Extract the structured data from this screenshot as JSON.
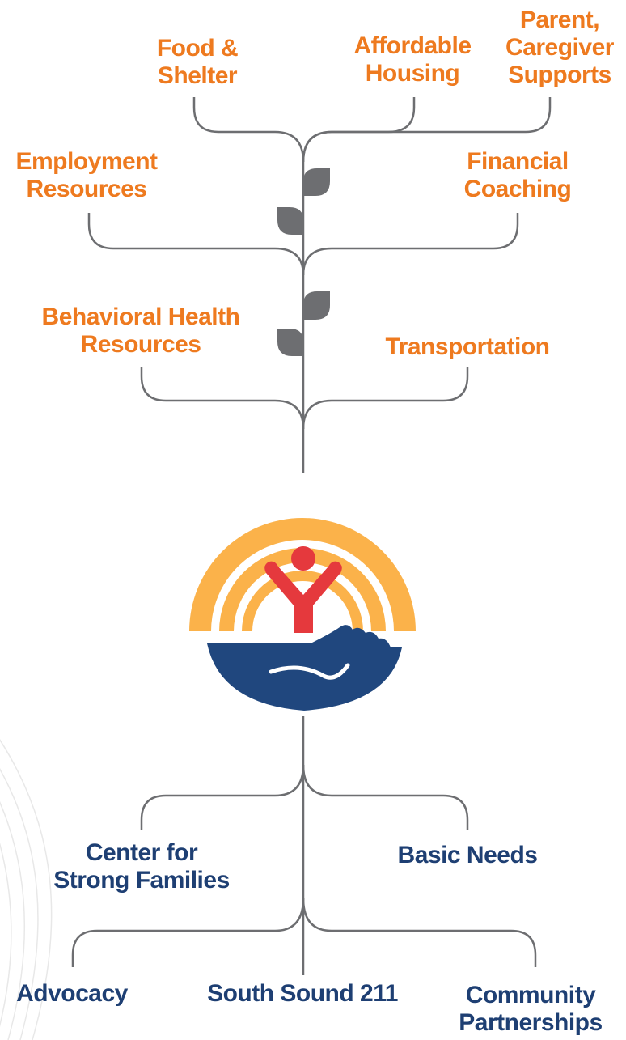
{
  "colors": {
    "orange_text": "#ee7a1f",
    "blue_text": "#1e3f73",
    "branch_line": "#6d6e71",
    "leaf": "#6d6e71",
    "rainbow": "#fbb24a",
    "figure": "#e5393d",
    "hand": "#20477e",
    "swoosh": "#e8e8e8"
  },
  "upper_branches": [
    {
      "lines": [
        "Food &",
        "Shelter"
      ]
    },
    {
      "lines": [
        "Affordable",
        "Housing"
      ]
    },
    {
      "lines": [
        "Parent,",
        "Caregiver",
        "Supports"
      ]
    },
    {
      "lines": [
        "Employment",
        "Resources"
      ]
    },
    {
      "lines": [
        "Financial",
        "Coaching"
      ]
    },
    {
      "lines": [
        "Behavioral Health",
        "Resources"
      ]
    },
    {
      "lines": [
        "Transportation"
      ]
    }
  ],
  "lower_branches": [
    {
      "lines": [
        "Center for",
        "Strong Families"
      ]
    },
    {
      "lines": [
        "Basic Needs"
      ]
    },
    {
      "lines": [
        "Advocacy"
      ]
    },
    {
      "lines": [
        "South Sound 211"
      ]
    },
    {
      "lines": [
        "Community",
        "Partnerships"
      ]
    }
  ],
  "logo": {
    "icon": "united-way-hand-rainbow-person-logo"
  }
}
